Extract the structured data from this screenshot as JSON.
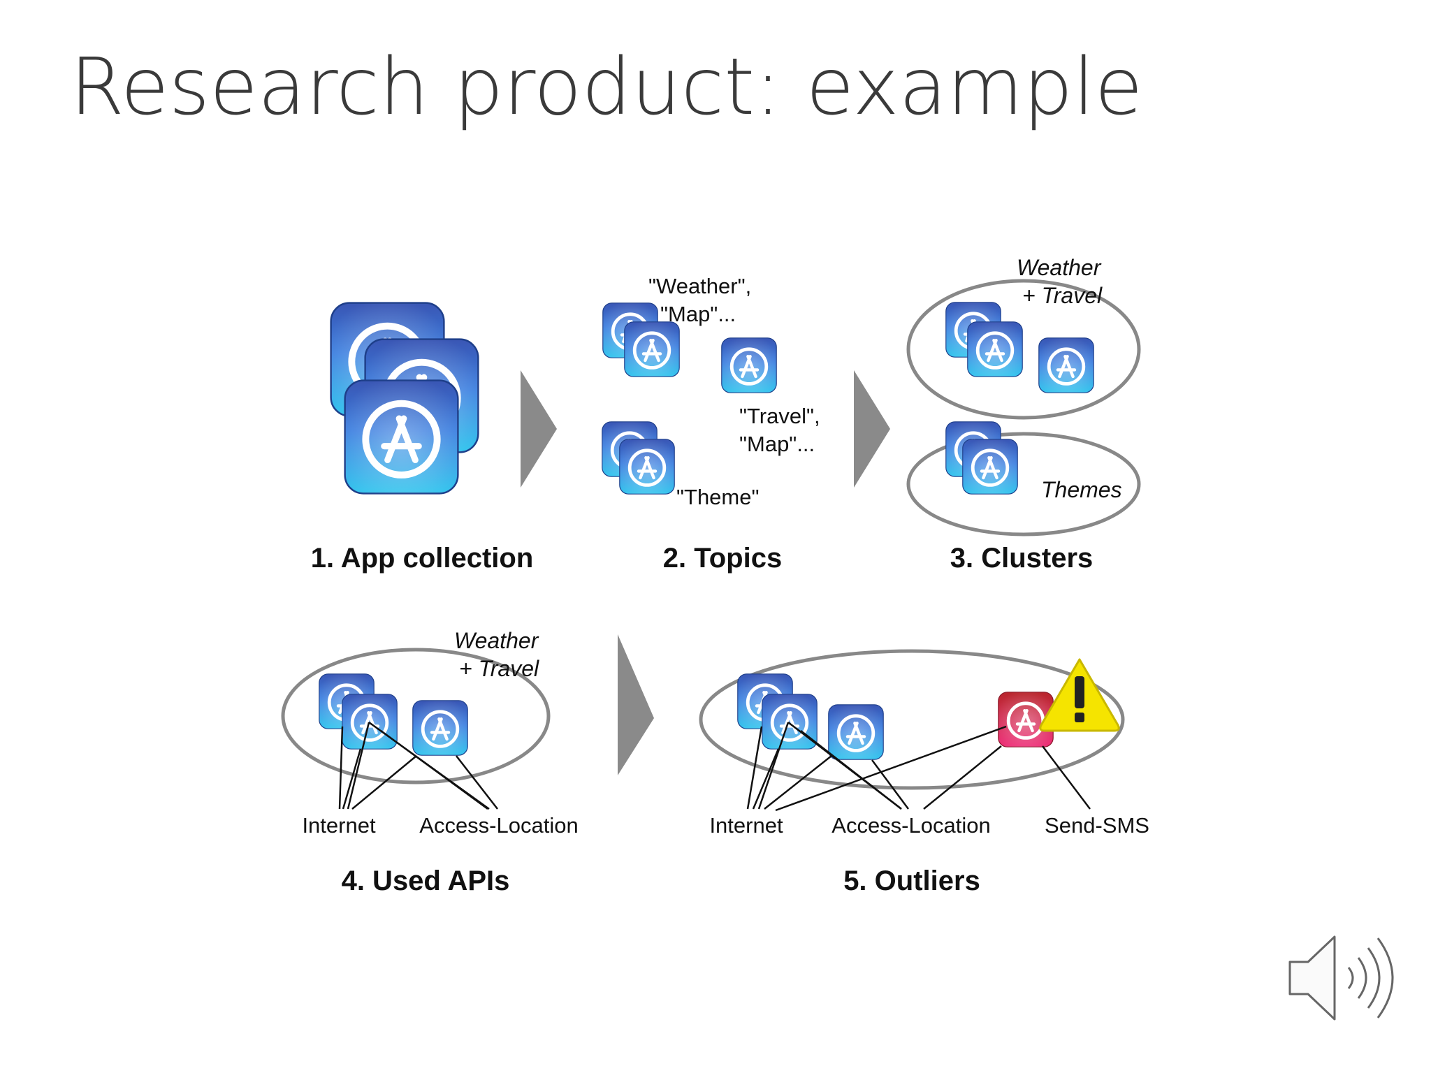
{
  "slide": {
    "title": "Research product: example"
  },
  "steps": [
    {
      "label": "1. App collection"
    },
    {
      "label": "2. Topics"
    },
    {
      "label": "3. Clusters"
    },
    {
      "label": "4. Used APIs"
    },
    {
      "label": "5. Outliers"
    }
  ],
  "topics": {
    "weather_line1": "\"Weather\",",
    "weather_line2": "\"Map\"...",
    "travel_line1": "\"Travel\",",
    "travel_line2": "\"Map\"...",
    "theme": "\"Theme\""
  },
  "clusters": {
    "weather_travel_line1": "Weather",
    "weather_travel_line2": "+ Travel",
    "themes": "Themes"
  },
  "apis": {
    "internet": "Internet",
    "access_location": "Access-Location",
    "send_sms": "Send-SMS"
  },
  "colors": {
    "app_icon_blue": "#2f6fd0",
    "outlier_red": "#d6234f",
    "warning_yellow": "#f5e400",
    "arrow_gray": "#8a8a8a",
    "ellipse_gray": "#888888"
  },
  "icons": [
    "app-store-icon",
    "warning-icon",
    "speaker-icon"
  ]
}
